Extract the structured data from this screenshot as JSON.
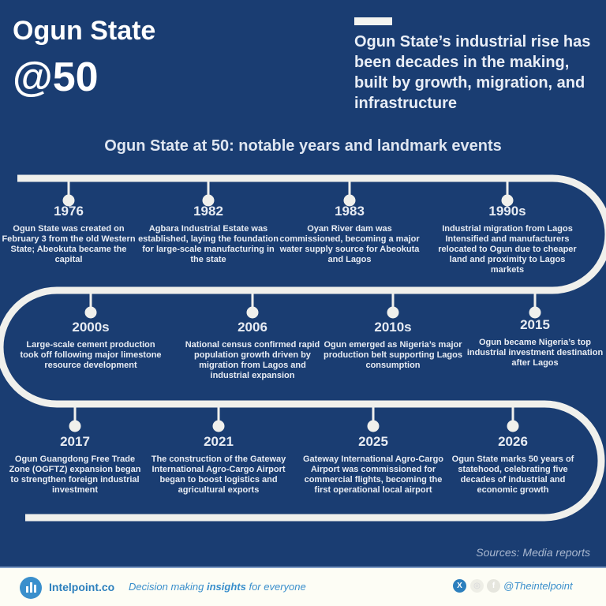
{
  "header": {
    "title_line1": "Ogun State",
    "title_line2": "@50",
    "intro": "Ogun State’s industrial rise has been decades in the making, built by growth, migration, and infrastructure"
  },
  "subtitle": "Ogun State at 50: notable years and landmark events",
  "events": [
    {
      "year": "1976",
      "desc": "Ogun State was created on February 3 from the old Western State; Abeokuta became the capital"
    },
    {
      "year": "1982",
      "desc": "Agbara Industrial Estate was established, laying the foundation for large-scale manufacturing in the state"
    },
    {
      "year": "1983",
      "desc": "Oyan River dam was commissioned, becoming a major water supply source for Abeokuta and Lagos"
    },
    {
      "year": "1990s",
      "desc": "Industrial migration from Lagos Intensified and manufacturers relocated to Ogun due to cheaper land and proximity to Lagos markets"
    },
    {
      "year": "2000s",
      "desc": "Large-scale cement production took off following major limestone resource development"
    },
    {
      "year": "2006",
      "desc": "National census confirmed rapid population growth driven by migration from Lagos and industrial expansion"
    },
    {
      "year": "2010s",
      "desc": "Ogun emerged as Nigeria’s major production belt supporting Lagos consumption"
    },
    {
      "year": "2015",
      "desc": "Ogun became Nigeria’s top industrial investment destination after Lagos"
    },
    {
      "year": "2017",
      "desc": "Ogun Guangdong Free Trade Zone (OGFTZ) expansion began to strengthen foreign industrial investment"
    },
    {
      "year": "2021",
      "desc": "The construction of the Gateway International Agro-Cargo Airport began to boost logistics and agricultural exports"
    },
    {
      "year": "2025",
      "desc": "Gateway International Agro-Cargo Airport was commissioned for commercial flights, becoming the first operational local airport"
    },
    {
      "year": "2026",
      "desc": "Ogun State marks 50 years of statehood, celebrating five decades of industrial and economic growth"
    }
  ],
  "sources": "Sources: Media reports",
  "footer": {
    "brand": "Intelpoint.co",
    "tag_pre": "Decision making ",
    "tag_bold": "insights",
    "tag_post": " for everyone",
    "handle": "@Theintelpoint"
  },
  "colors": {
    "background": "#1a3d72",
    "accent": "#3a8fcc",
    "line": "#f0f0ec"
  }
}
